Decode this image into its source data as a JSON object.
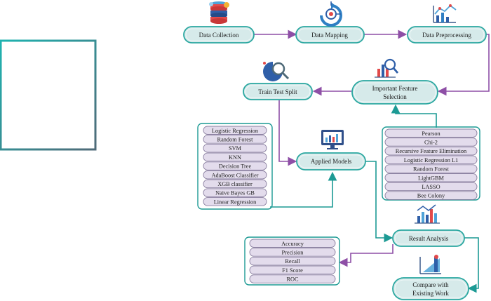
{
  "nodes": {
    "data_collection": "Data Collection",
    "data_mapping": "Data Mapping",
    "data_preprocessing": "Data Preprocessing",
    "important_feature_line1": "Important Feature",
    "important_feature_line2": "Selection",
    "train_test_split": "Train Test Split",
    "applied_models": "Applied Models",
    "result_analysis": "Result Analysis",
    "compare_line1": "Compare with",
    "compare_line2": "Existing Work"
  },
  "models": [
    "Logistic Regression",
    "Random Forest",
    "SVM",
    "KNN",
    "Decision Tree",
    "AdaBoost Classifier",
    "XGB classifier",
    "Naive Bayes GB",
    "Linear Regression"
  ],
  "feature_methods": [
    "Pearson",
    "Chi-2",
    "Recursive Feature Elimination",
    "Logistic Regression L1",
    "Random Forest",
    "LightGBM",
    "LASSO",
    "Bee Colony"
  ],
  "metrics": [
    "Accuracy",
    "Precision",
    "Recall",
    "F1 Score",
    "ROC"
  ],
  "colors": {
    "pill_fill": "#d6eaea",
    "pill_border": "#2aa7a0",
    "list_fill": "#e3dcec",
    "list_border": "#8a7fa0",
    "arrow_purple": "#8e4fa6",
    "arrow_teal": "#1c9a94",
    "frame": "#1aa5a8"
  },
  "icons": [
    "database-stack-icon",
    "target-cycle-icon",
    "line-chart-icon",
    "magnifier-pie-icon",
    "bar-magnifier-icon",
    "monitor-chart-icon",
    "bar-trend-icon",
    "growth-chart-icon"
  ]
}
